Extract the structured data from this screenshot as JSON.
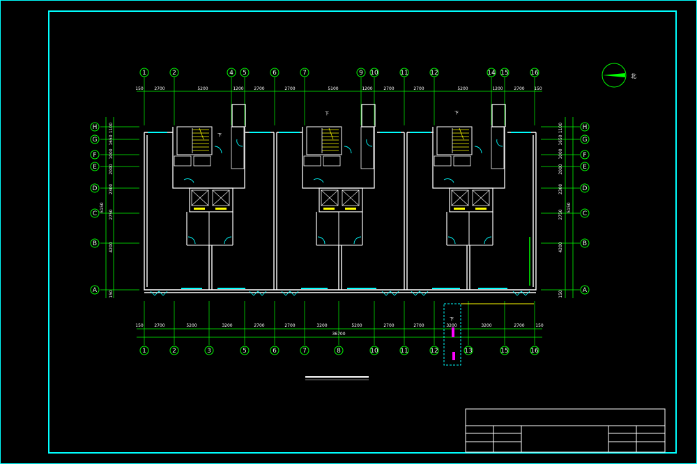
{
  "colors": {
    "background": "#000000",
    "border": "#00ffff",
    "grid": "#00ff00",
    "walls": "#ffffff",
    "windows": "#00ffff",
    "stairs": "#ffff00",
    "accent": "#ff00ff"
  },
  "axes_top": [
    "1",
    "2",
    "4",
    "5",
    "6",
    "7",
    "9",
    "10",
    "11",
    "12",
    "14",
    "15",
    "16"
  ],
  "axes_bottom": [
    "1",
    "2",
    "3",
    "5",
    "6",
    "7",
    "8",
    "10",
    "11",
    "12",
    "13",
    "15",
    "16"
  ],
  "axes_rows": [
    "H",
    "G",
    "F",
    "E",
    "D",
    "C",
    "B",
    "A"
  ],
  "dims_top": [
    "150",
    "2700",
    "5200",
    "1200",
    "2700",
    "2700",
    "5100",
    "1200",
    "2700",
    "2700",
    "5200",
    "1200",
    "2700",
    "150"
  ],
  "dims_bottom": [
    "150",
    "2700",
    "5200",
    "3200",
    "2700",
    "2700",
    "3200",
    "5200",
    "2700",
    "2700",
    "3200",
    "3200",
    "2700",
    "150"
  ],
  "total_width": "36700",
  "dims_left": [
    "1100",
    "1650",
    "1000",
    "2000",
    "2300",
    "2750",
    "4200",
    "150"
  ],
  "dims_left_total": "5150",
  "dims_right": [
    "1100",
    "1650",
    "1000",
    "2000",
    "2300",
    "2750",
    "4200",
    "150"
  ],
  "dims_right_total": "5150",
  "stair_labels": [
    "下",
    "下",
    "下"
  ],
  "bottom_stair_label": "下",
  "north_label": "北"
}
